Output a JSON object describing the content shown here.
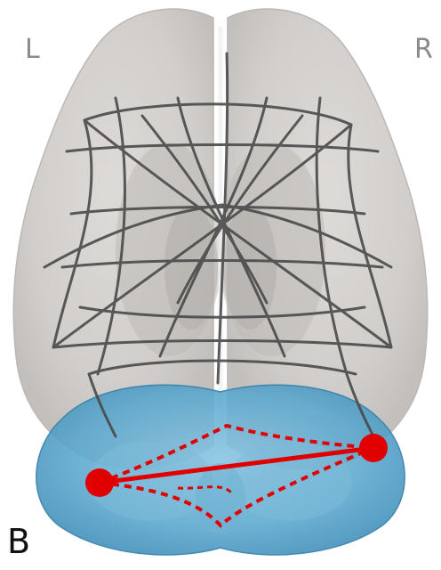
{
  "labels": {
    "left_hemisphere": "L",
    "right_hemisphere": "R",
    "panel": "B"
  },
  "colors": {
    "brain_fill": "#cfcbc8",
    "brain_edge": "#a9a5a2",
    "tract_color": "#4a4a4a",
    "cerebellum_fill": "#5ea9cf",
    "cerebellum_edge": "#2f7ea8",
    "highlight_red": "#e00000"
  }
}
